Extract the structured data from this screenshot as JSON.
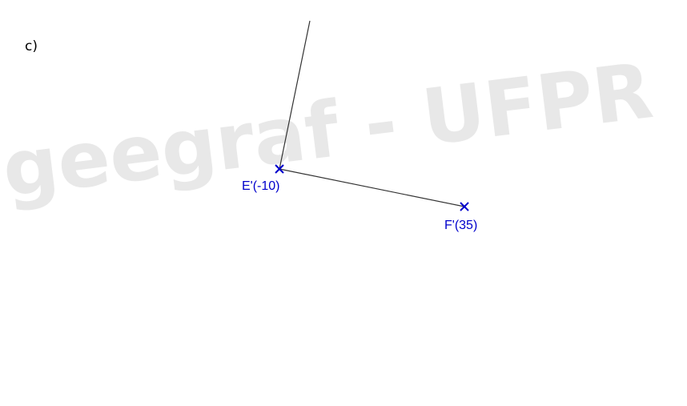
{
  "part_label": "c)",
  "watermark": {
    "text": "geegraf - UFPR",
    "color": "#e8e8e8"
  },
  "colors": {
    "line": "#333333",
    "point": "#0000cc"
  },
  "points": [
    {
      "id": "E",
      "label": "E'(-10)"
    },
    {
      "id": "F",
      "label": "F'(35)"
    }
  ]
}
